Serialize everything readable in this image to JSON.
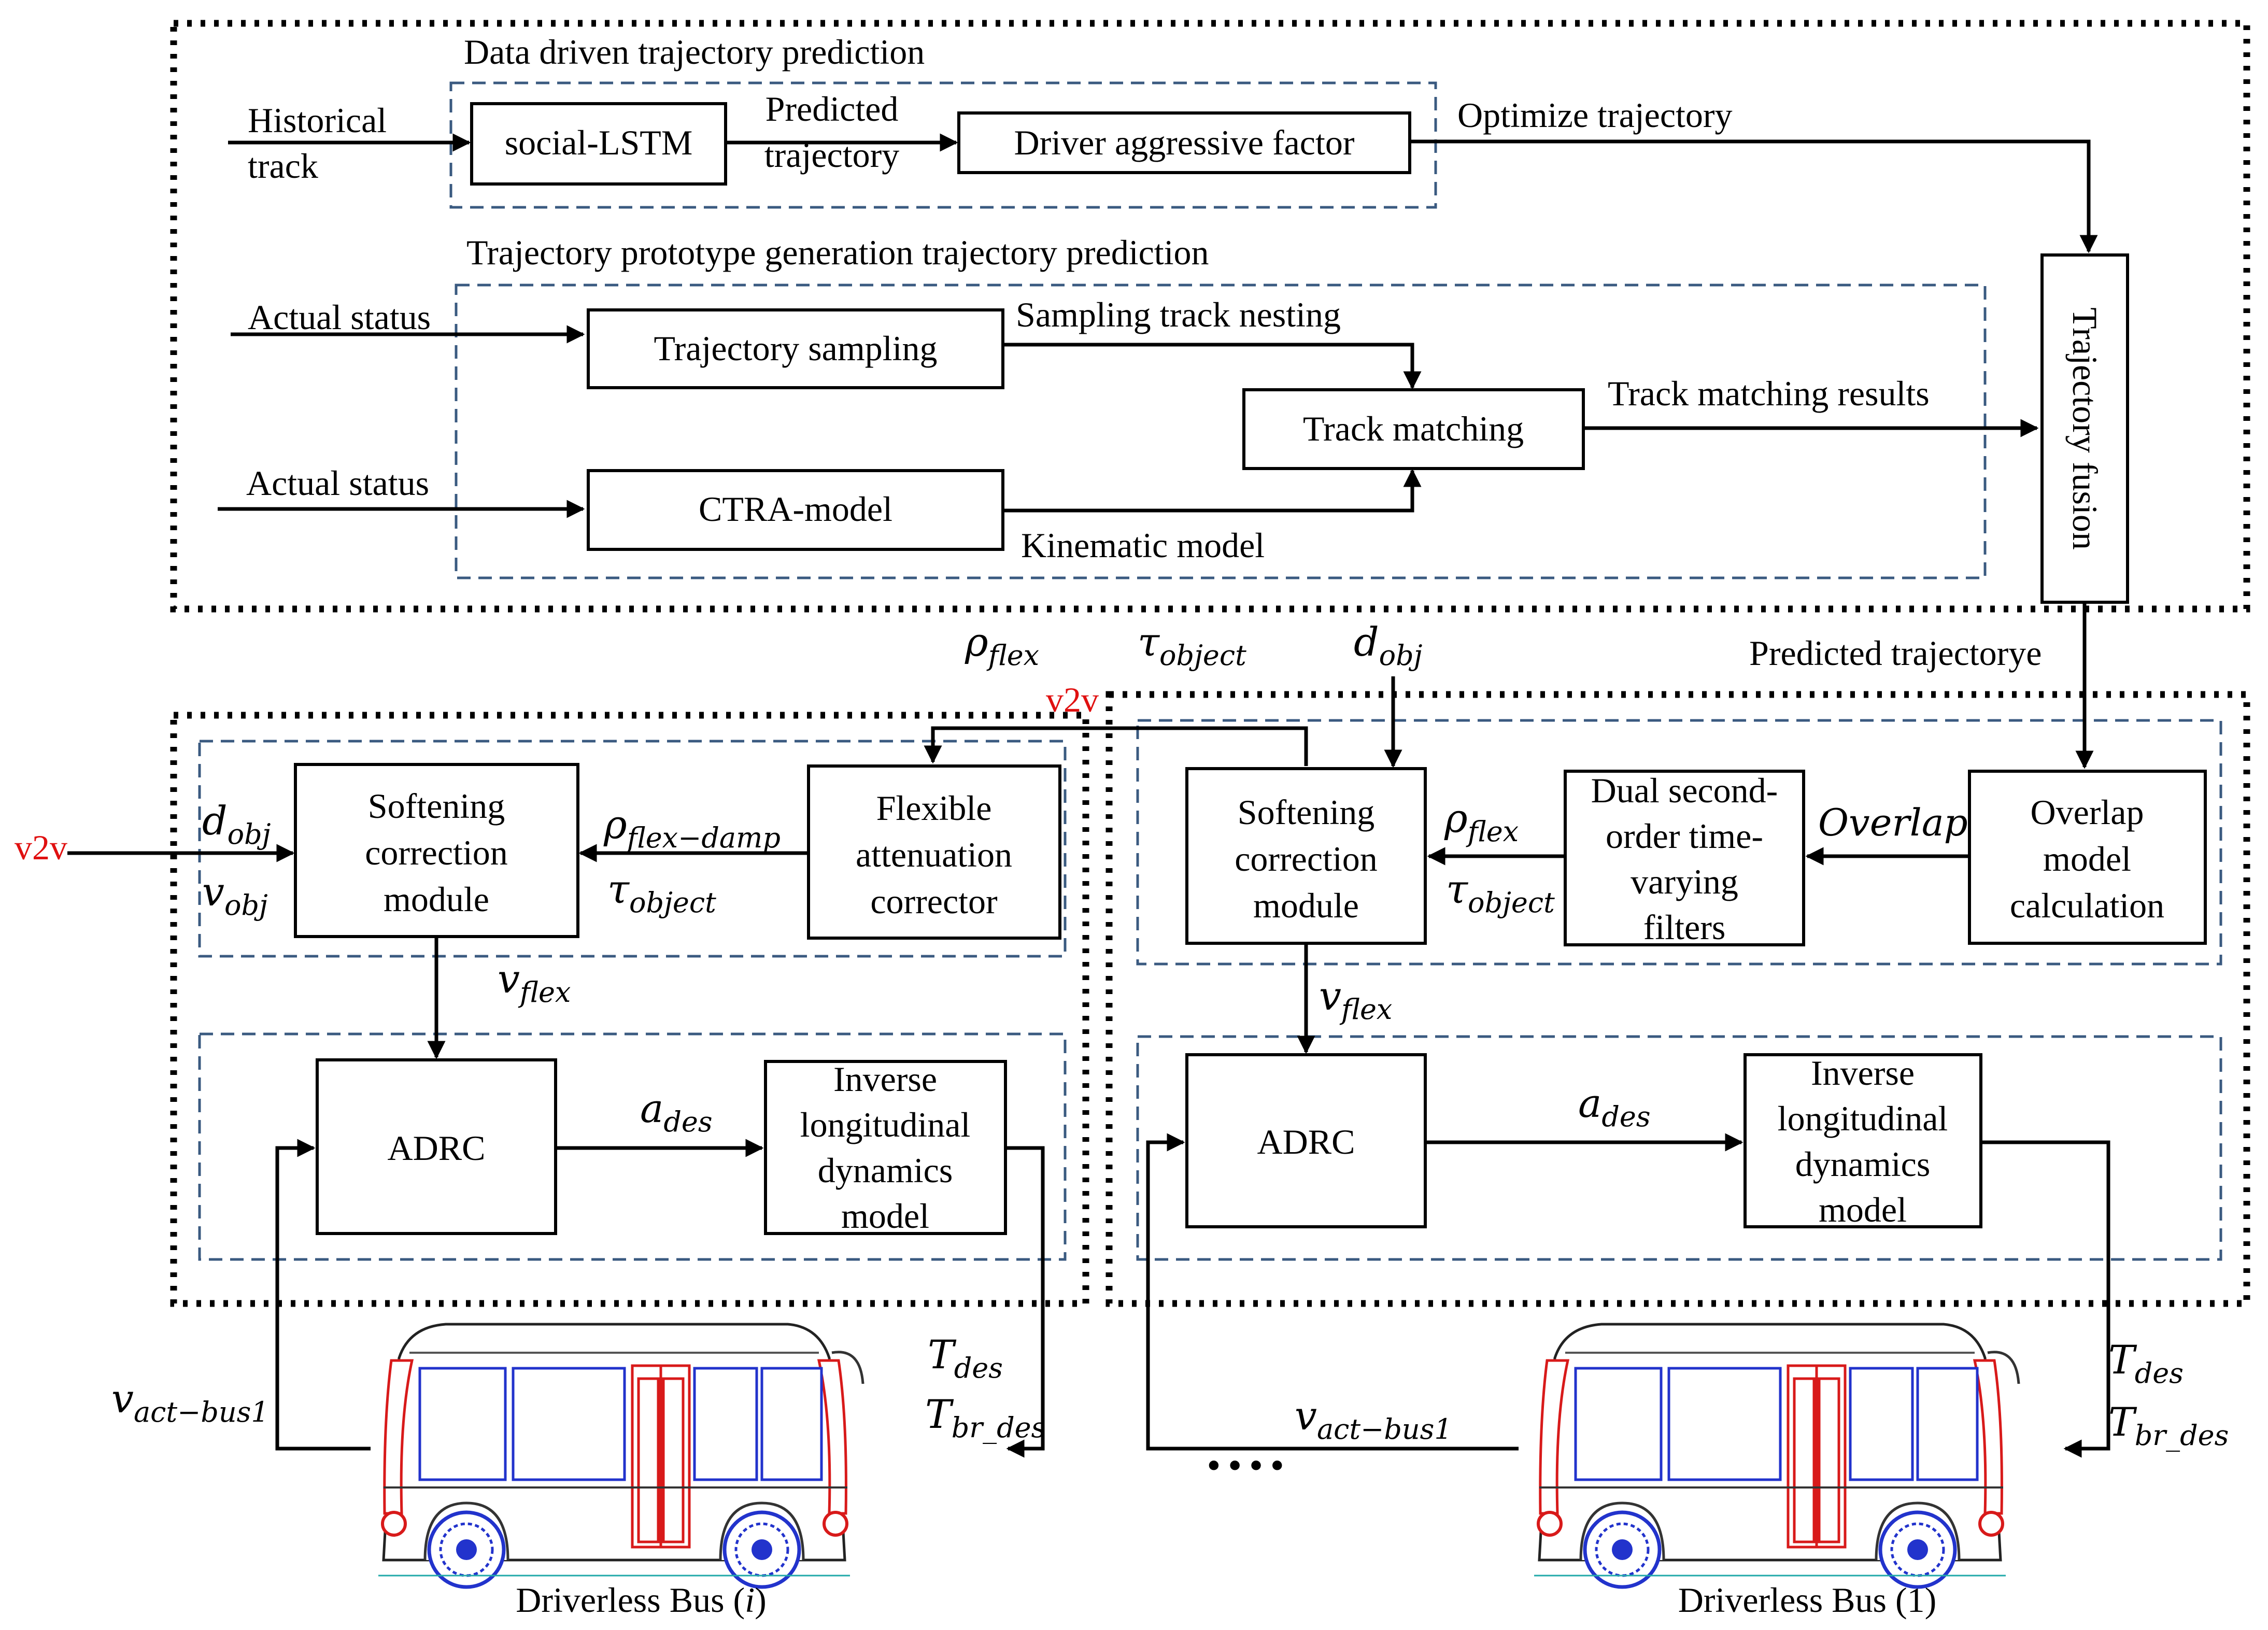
{
  "colors": {
    "line": "#000000",
    "frame_dash": "#3a5a80",
    "v2v": "#e01010",
    "bus_blue": "#2233cc",
    "bus_red": "#d81a1a"
  },
  "top": {
    "data_driven_title": "Data driven trajectory prediction",
    "historical_track": [
      "Historical",
      "track"
    ],
    "social_lstm": "social-LSTM",
    "predicted_trajectory": [
      "Predicted",
      "trajectory"
    ],
    "driver_factor": "Driver aggressive factor",
    "optimize_trajectory": "Optimize trajectory",
    "prototype_title": "Trajectory prototype generation trajectory prediction",
    "actual_status_1": "Actual status",
    "actual_status_2": "Actual status",
    "trajectory_sampling": "Trajectory sampling",
    "sampling_nesting": "Sampling track nesting",
    "track_matching": "Track matching",
    "track_matching_results": "Track matching results",
    "ctra_model": "CTRA-model",
    "kinematic_model": "Kinematic model",
    "trajectory_fusion": "Trajectory fusion"
  },
  "middle": {
    "predicted_trajectorye": "Predicted trajectorye",
    "rho": "ρ",
    "rho_sub": "flex",
    "tau": "τ",
    "tau_sub": "object",
    "d": "d",
    "d_sub": "obj",
    "v2v": "v2v"
  },
  "left_bus": {
    "softening": [
      "Softening",
      "correction",
      "module"
    ],
    "flexible": [
      "Flexible",
      "attenuation",
      "corrector"
    ],
    "rho_damp_sub": "flex−damp",
    "tau_sub": "object",
    "d_obj": "d",
    "d_obj_sub": "obj",
    "v_obj": "v",
    "v_obj_sub": "obj",
    "v_flex": "v",
    "v_flex_sub": "flex",
    "adrc": "ADRC",
    "a_des": "a",
    "a_des_sub": "des",
    "inverse": [
      "Inverse",
      "longitudinal",
      "dynamics",
      "model"
    ],
    "v_act": "v",
    "v_act_sub": "act−bus1",
    "t_des": "T",
    "t_des_sub": "des",
    "t_br": "T",
    "t_br_sub": "br_des",
    "v2v": "v2v",
    "caption_prefix": "Driverless Bus (",
    "caption_index": "i",
    "caption_suffix": ")"
  },
  "right_bus": {
    "softening": [
      "Softening",
      "correction",
      "module"
    ],
    "dual_filters": [
      "Dual second-",
      "order time-",
      "varying",
      "filters"
    ],
    "overlap_label": "Overlap",
    "overlap_model": [
      "Overlap",
      "model",
      "calculation"
    ],
    "rho_sub": "flex",
    "tau_sub": "object",
    "v_flex": "v",
    "v_flex_sub": "flex",
    "adrc": "ADRC",
    "a_des": "a",
    "a_des_sub": "des",
    "inverse": [
      "Inverse",
      "longitudinal",
      "dynamics",
      "model"
    ],
    "v_act": "v",
    "v_act_sub": "act−bus1",
    "ellipsis": "• • • •",
    "t_des": "T",
    "t_des_sub": "des",
    "t_br": "T",
    "t_br_sub": "br_des",
    "caption": "Driverless Bus (1)"
  }
}
